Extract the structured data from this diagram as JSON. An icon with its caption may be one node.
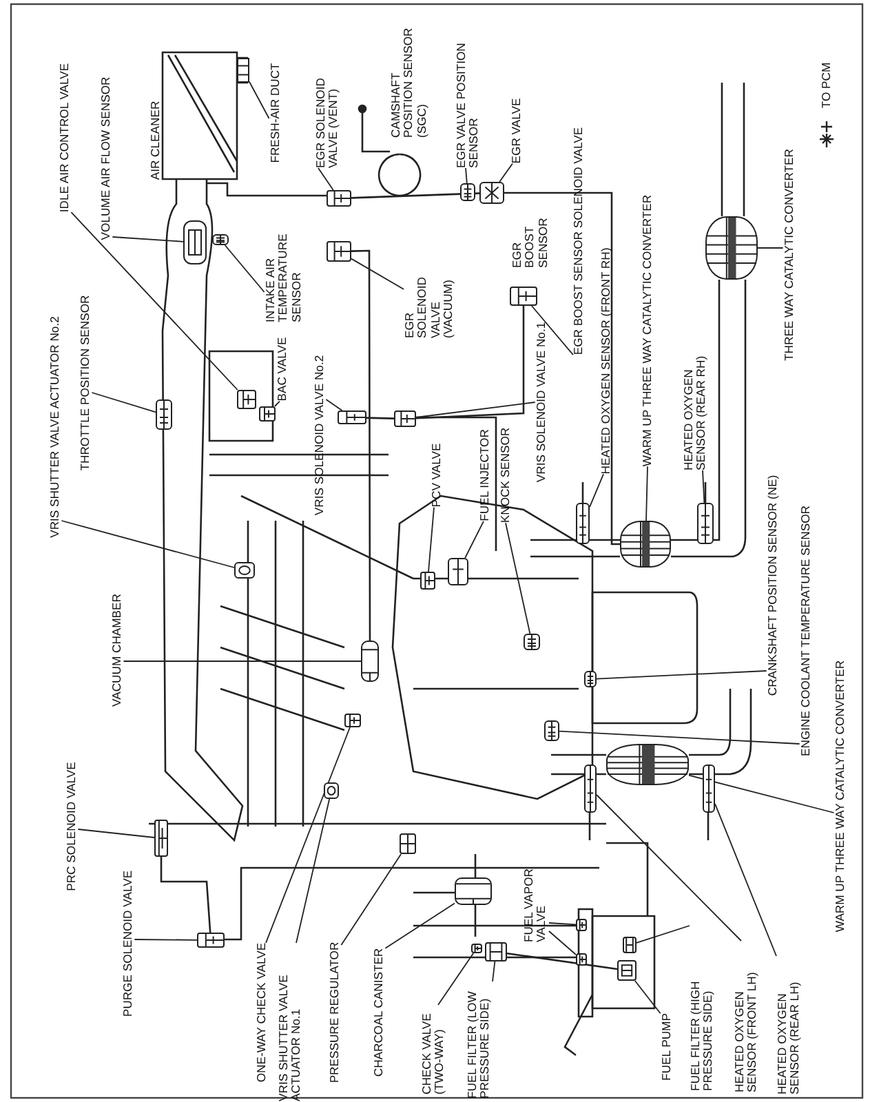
{
  "diagram": {
    "nodes": [
      {
        "text": [
          "IDLE AIR CONTROL VALVE"
        ]
      },
      {
        "text": [
          "VOLUME AIR FLOW SENSOR"
        ]
      },
      {
        "text": [
          "FRESH-AIR DUCT"
        ]
      },
      {
        "text": [
          "INTAKE AIR TEMPERATURE SENSOR"
        ]
      },
      {
        "text": [
          "EGR SOLENOID VALVE (VENT)"
        ]
      },
      {
        "text": [
          "EGR SOLENOID VALVE (VACUUM)"
        ]
      },
      {
        "text": [
          "EGR VALVE POSITION SENSOR"
        ]
      },
      {
        "text": [
          "EGR VALVE"
        ]
      },
      {
        "text": [
          "EGR BOOST SENSOR SOLENOID VALVE"
        ]
      },
      {
        "text": [
          "HEATED OXYGEN SENSOR (FRONT RH)"
        ]
      },
      {
        "text": [
          "WARM UP THREE WAY CATALYTIC CONVERTER"
        ]
      },
      {
        "text": [
          "HEATED OXYGEN SENSOR (REAR RH)"
        ]
      },
      {
        "text": [
          "THREE WAY CATALYTIC CONVERTER"
        ]
      },
      {
        "text": [
          "VRIS SOLENOID VALVE No.1"
        ]
      },
      {
        "text": [
          "FUEL INJECTOR"
        ]
      },
      {
        "text": [
          "KNOCK SENSOR"
        ]
      },
      {
        "text": [
          "PCV VALVE"
        ]
      },
      {
        "text": [
          "VRIS SOLENOID VALVE No.2"
        ]
      },
      {
        "text": [
          "BAC VALVE"
        ]
      },
      {
        "text": [
          "THROTTLE POSITION SENSOR"
        ]
      },
      {
        "text": [
          "VRIS SHUTTER VALVE ACTUATOR No.2"
        ]
      },
      {
        "text": [
          "VACUUM CHAMBER"
        ]
      },
      {
        "text": [
          "CRANKSHAFT POSITION SENSOR (NE)"
        ]
      },
      {
        "text": [
          "ENGINE COOLANT TEMPERATURE SENSOR"
        ]
      },
      {
        "text": [
          "WARM UP THREE WAY CATALYTIC CONVERTER"
        ]
      },
      {
        "text": [
          "PRC SOLENOID VALVE"
        ]
      },
      {
        "text": [
          "PURGE SOLENOID VALVE"
        ]
      },
      {
        "text": [
          "ONE-WAY CHECK VALVE"
        ]
      },
      {
        "text": [
          "VRIS SHUTTER VALVE ACTUATOR No.1"
        ]
      },
      {
        "text": [
          "PRESSURE REGULATOR"
        ]
      },
      {
        "text": [
          "CHARCOAL CANISTER"
        ]
      },
      {
        "text": [
          "CHECK VALVE (TWO-WAY)"
        ]
      },
      {
        "text": [
          "FUEL FILTER (LOW PRESSURE SIDE)"
        ]
      },
      {
        "text": [
          "FUEL VAPOR VALVE"
        ]
      },
      {
        "text": [
          "FUEL PUMP"
        ]
      },
      {
        "text": [
          "FUEL FILTER (HIGH PRESSURE SIDE)"
        ]
      },
      {
        "text": [
          "HEATED OXYGEN SENSOR (FRONT LH)"
        ]
      },
      {
        "text": [
          "HEATED OXYGEN SENSOR (REAR LH)"
        ]
      },
      {
        "text": [],
        "shape": "picture"
      },
      {
        "text": [],
        "shape": "picture"
      },
      {
        "text": [],
        "shape": "picture"
      },
      {
        "text": [],
        "shape": "picture"
      },
      {
        "text": [],
        "shape": "picture"
      },
      {
        "text": [],
        "shape": "picture"
      },
      {
        "text": [],
        "shape": "picture"
      },
      {
        "text": [],
        "shape": "picture"
      },
      {
        "text": [],
        "shape": "picture"
      },
      {
        "text": [],
        "shape": "picture"
      },
      {
        "text": [],
        "shape": "picture"
      },
      {
        "text": [],
        "shape": "picture"
      },
      {
        "text": [],
        "shape": "picture"
      },
      {
        "text": [],
        "shape": "picture"
      },
      {
        "text": [],
        "shape": "picture"
      },
      {
        "text": [],
        "shape": "picture"
      },
      {
        "text": [],
        "shape": "picture"
      },
      {
        "text": [],
        "shape": "picture"
      },
      {
        "text": [],
        "shape": "picture"
      },
      {
        "text": [],
        "shape": "picture"
      },
      {
        "text": [],
        "shape": "picture"
      },
      {
        "text": [],
        "shape": "picture"
      },
      {
        "text": [],
        "shape": "picture"
      },
      {
        "text": [],
        "shape": "picture"
      },
      {
        "text": [],
        "shape": "picture"
      },
      {
        "text": [],
        "shape": "picture"
      },
      {
        "text": [],
        "shape": "picture"
      },
      {
        "text": [],
        "shape": "picture"
      },
      {
        "text": [],
        "shape": "picture"
      },
      {
        "text": [],
        "shape": "picture"
      },
      {
        "text": [],
        "shape": "picture"
      },
      {
        "text": [],
        "shape": "picture"
      },
      {
        "text": [],
        "shape": "picture"
      },
      {
        "text": [],
        "shape": "picture"
      },
      {
        "text": [],
        "shape": "picture"
      },
      {
        "text": [],
        "shape": "picture"
      },
      {
        "text": [],
        "shape": "picture"
      },
      {
        "text": [],
        "shape": "picture"
      },
      {
        "text": [],
        "shape": "picture"
      }
    ],
    "edges": [
      {
        "from": 0,
        "to": 38,
        "arrow": "none"
      },
      {
        "from": 1,
        "to": 39,
        "arrow": "none"
      },
      {
        "from": 2,
        "to": 40,
        "arrow": "none"
      },
      {
        "from": 3,
        "to": 41,
        "arrow": "none"
      },
      {
        "from": 4,
        "to": 42,
        "arrow": "none"
      },
      {
        "from": 5,
        "to": 43,
        "arrow": "none"
      },
      {
        "from": 6,
        "to": 44,
        "arrow": "none"
      },
      {
        "from": 7,
        "to": 45,
        "arrow": "none"
      },
      {
        "from": 8,
        "to": 46,
        "arrow": "none"
      },
      {
        "from": 9,
        "to": 47,
        "arrow": "none"
      },
      {
        "from": 10,
        "to": 48,
        "arrow": "none"
      },
      {
        "from": 11,
        "to": 49,
        "arrow": "none"
      },
      {
        "from": 12,
        "to": 50,
        "arrow": "none"
      },
      {
        "from": 13,
        "to": 51,
        "arrow": "none"
      },
      {
        "from": 14,
        "to": 52,
        "arrow": "none"
      },
      {
        "from": 15,
        "to": 53,
        "arrow": "none"
      },
      {
        "from": 16,
        "to": 54,
        "arrow": "none"
      },
      {
        "from": 17,
        "to": 55,
        "arrow": "none"
      },
      {
        "from": 18,
        "to": 56,
        "arrow": "none"
      },
      {
        "from": 19,
        "to": 57,
        "arrow": "none"
      },
      {
        "from": 20,
        "to": 58,
        "arrow": "none"
      },
      {
        "from": 21,
        "to": 59,
        "arrow": "none"
      },
      {
        "from": 22,
        "to": 60,
        "arrow": "none"
      },
      {
        "from": 23,
        "to": 61,
        "arrow": "none"
      },
      {
        "from": 24,
        "to": 62,
        "arrow": "none"
      },
      {
        "from": 25,
        "to": 63,
        "arrow": "none"
      },
      {
        "from": 26,
        "to": 64,
        "arrow": "none"
      },
      {
        "from": 27,
        "to": 65,
        "arrow": "none"
      },
      {
        "from": 28,
        "to": 66,
        "arrow": "none"
      },
      {
        "from": 29,
        "to": 67,
        "arrow": "none"
      },
      {
        "from": 30,
        "to": 68,
        "arrow": "none"
      },
      {
        "from": 31,
        "to": 69,
        "arrow": "none"
      },
      {
        "from": 32,
        "to": 70,
        "arrow": "none"
      },
      {
        "from": 33,
        "to": 71,
        "arrow": "none"
      },
      {
        "from": 33,
        "to": 72,
        "arrow": "none"
      },
      {
        "from": 34,
        "to": 73,
        "arrow": "none"
      },
      {
        "from": 35,
        "to": 74,
        "arrow": "none"
      },
      {
        "from": 36,
        "to": 75,
        "arrow": "none"
      },
      {
        "from": 37,
        "to": 76,
        "arrow": "none"
      },
      {
        "from": 42,
        "to": 45,
        "arrow": "none"
      },
      {
        "from": 43,
        "to": 59,
        "arrow": "none"
      },
      {
        "from": 46,
        "to": 51,
        "arrow": "none"
      },
      {
        "from": 51,
        "to": 55,
        "arrow": "none"
      },
      {
        "from": 63,
        "to": 64,
        "arrow": "none"
      },
      {
        "from": 70,
        "to": 73,
        "arrow": "none"
      },
      {
        "from": 45,
        "to": 48,
        "arrow": "none"
      }
    ],
    "labels": [
      "AIR CLEANER",
      "CAMSHAFT POSITION SENSOR (SGC)",
      "EGR BOOST SENSOR"
    ],
    "legend": [
      {
        "text": "TO PCM"
      }
    ]
  }
}
